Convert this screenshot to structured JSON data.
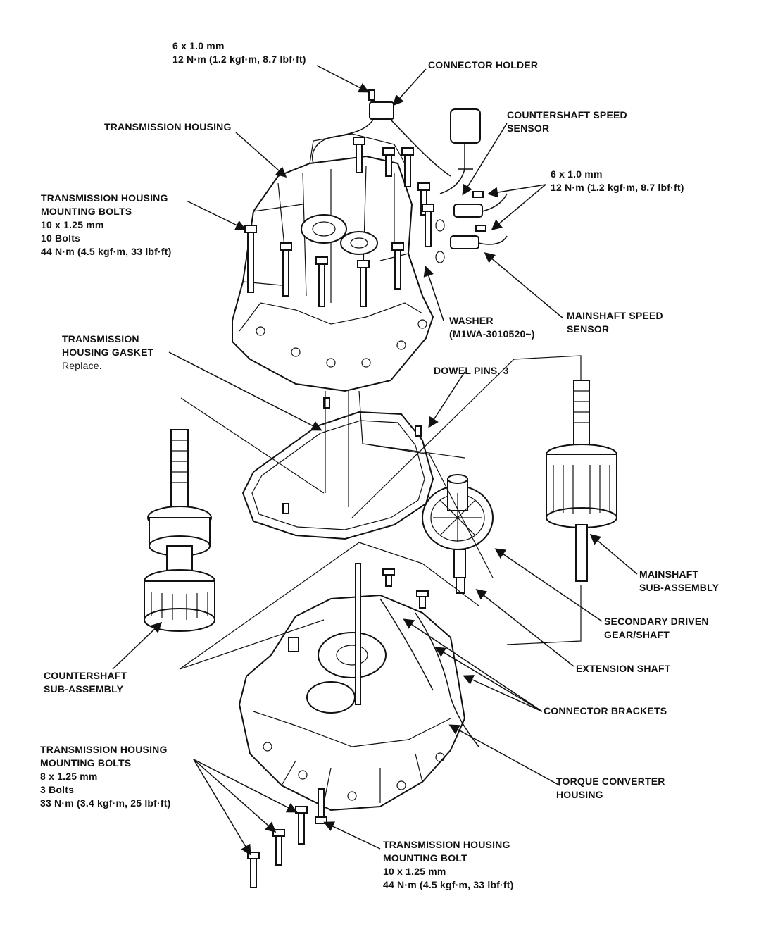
{
  "labels": {
    "top_bolt_spec": {
      "lines": [
        "6 x 1.0 mm",
        "12 N·m (1.2 kgf·m, 8.7 lbf·ft)"
      ]
    },
    "connector_holder": {
      "lines": [
        "CONNECTOR HOLDER"
      ]
    },
    "countershaft_speed_sensor": {
      "lines": [
        "COUNTERSHAFT SPEED",
        "SENSOR"
      ]
    },
    "transmission_housing": {
      "lines": [
        "TRANSMISSION HOUSING"
      ]
    },
    "sensor_bolt_spec": {
      "lines": [
        "6 x 1.0 mm",
        "12 N·m (1.2 kgf·m, 8.7 lbf·ft)"
      ]
    },
    "housing_bolts_upper": {
      "lines": [
        "TRANSMISSION HOUSING",
        "MOUNTING BOLTS",
        "10 x 1.25 mm",
        "10 Bolts",
        "44 N·m (4.5 kgf·m, 33 lbf·ft)"
      ]
    },
    "washer": {
      "lines": [
        "WASHER",
        "(M1WA-3010520~)"
      ]
    },
    "mainshaft_speed_sensor": {
      "lines": [
        "MAINSHAFT SPEED",
        "SENSOR"
      ]
    },
    "housing_gasket": {
      "lines": [
        "TRANSMISSION",
        "HOUSING GASKET"
      ],
      "note": "Replace."
    },
    "dowel_pins": {
      "lines": [
        "DOWEL PINS, 3"
      ]
    },
    "mainshaft_sub": {
      "lines": [
        "MAINSHAFT",
        "SUB-ASSEMBLY"
      ]
    },
    "secondary_driven": {
      "lines": [
        "SECONDARY DRIVEN",
        "GEAR/SHAFT"
      ]
    },
    "countershaft_sub": {
      "lines": [
        "COUNTERSHAFT",
        "SUB-ASSEMBLY"
      ]
    },
    "extension_shaft": {
      "lines": [
        "EXTENSION SHAFT"
      ]
    },
    "connector_brackets": {
      "lines": [
        "CONNECTOR BRACKETS"
      ]
    },
    "housing_bolts_lower": {
      "lines": [
        "TRANSMISSION HOUSING",
        "MOUNTING BOLTS",
        "8 x 1.25 mm",
        "3 Bolts",
        "33 N·m (3.4 kgf·m, 25 lbf·ft)"
      ]
    },
    "torque_converter": {
      "lines": [
        "TORQUE CONVERTER",
        "HOUSING"
      ]
    },
    "housing_bolt_single": {
      "lines": [
        "TRANSMISSION HOUSING",
        "MOUNTING BOLT",
        "10 x 1.25 mm",
        "44 N·m (4.5 kgf·m, 33 lbf·ft)"
      ]
    }
  }
}
